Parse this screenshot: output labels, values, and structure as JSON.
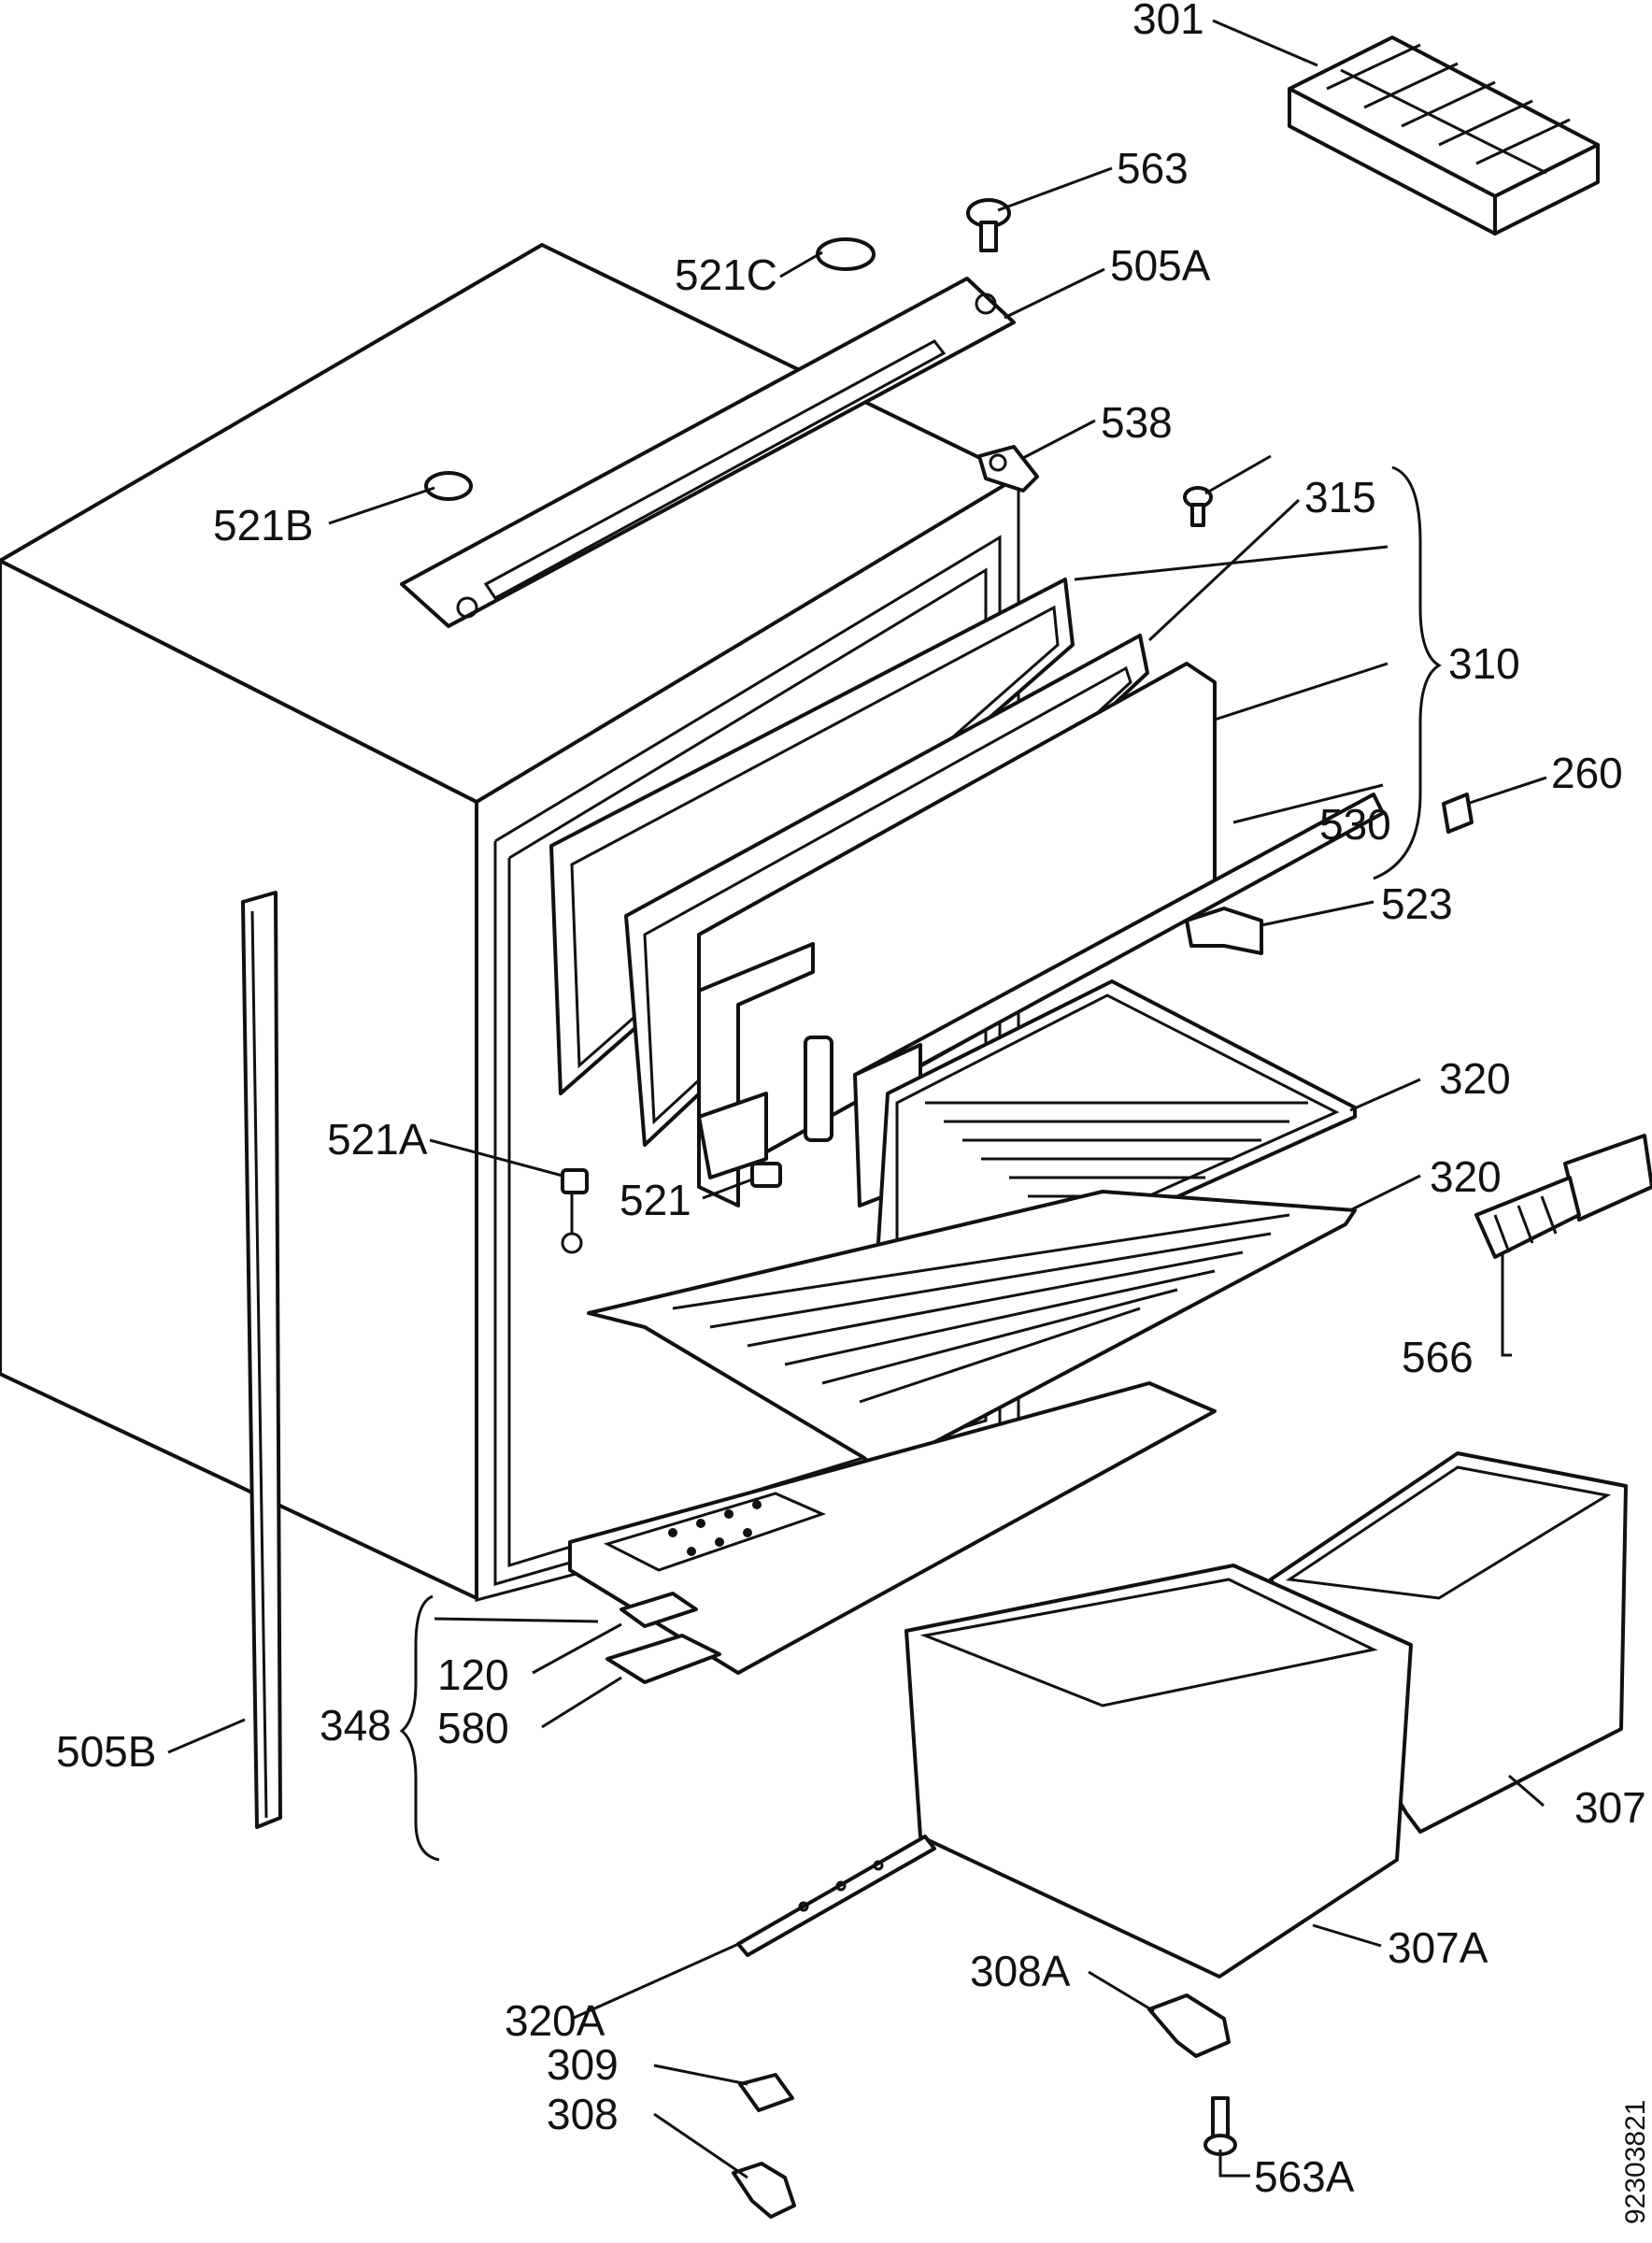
{
  "labels": {
    "p301": "301",
    "p563": "563",
    "p521c": "521C",
    "p505a": "505A",
    "p538": "538",
    "p315": "315",
    "p521b": "521B",
    "p310": "310",
    "p260": "260",
    "p530": "530",
    "p523": "523",
    "p320_upper": "320",
    "p320_lower": "320",
    "p521a": "521A",
    "p521": "521",
    "p566": "566",
    "p120": "120",
    "p348": "348",
    "p580": "580",
    "p505b": "505B",
    "p307": "307",
    "p307a": "307A",
    "p308a": "308A",
    "p320a": "320A",
    "p309": "309",
    "p308": "308",
    "p563a": "563A"
  },
  "document_number": "92303821"
}
